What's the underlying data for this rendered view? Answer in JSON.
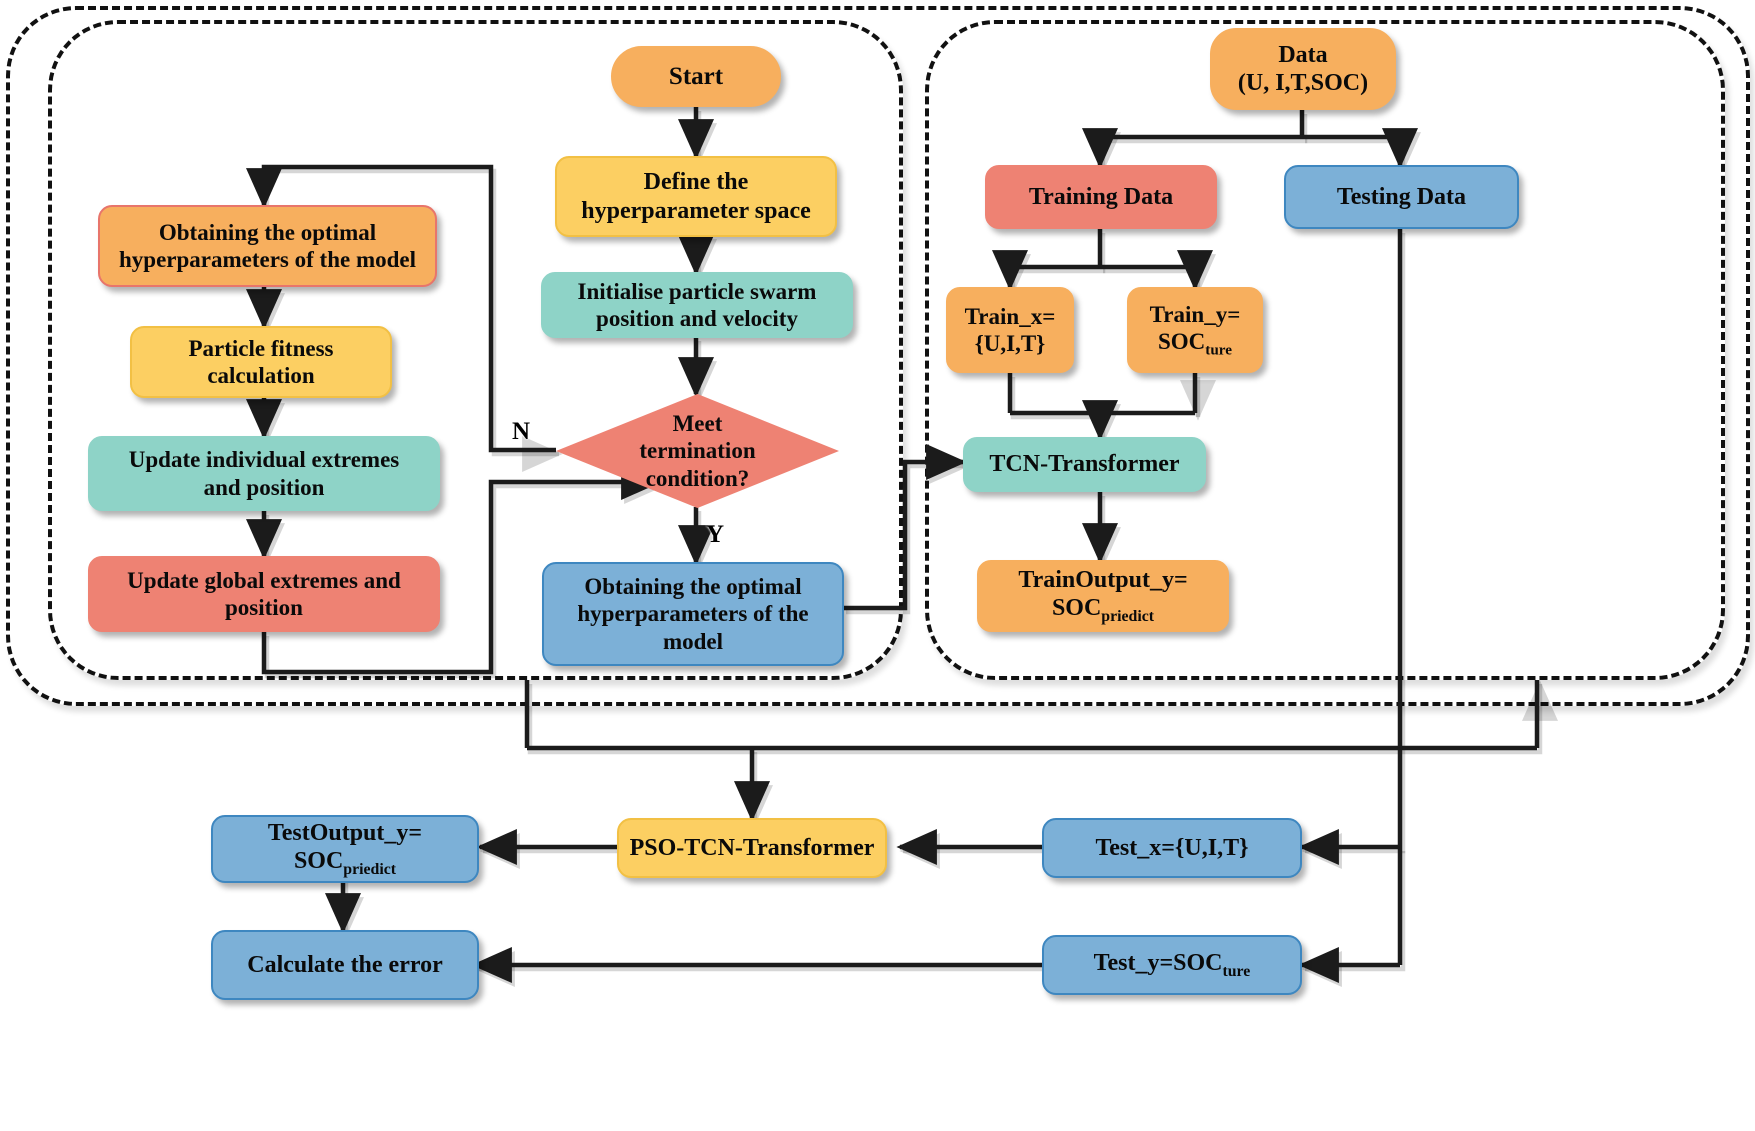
{
  "diagram": {
    "title": "PSO-TCN-Transformer SOC estimation flowchart",
    "containers": [
      {
        "name": "outer-dashed-container"
      },
      {
        "name": "pso-optimisation-panel"
      },
      {
        "name": "model-training-panel"
      }
    ],
    "colors": {
      "orange": "#F7AF5E",
      "yellow": "#FCCF62",
      "teal": "#8ED3C7",
      "red": "#EE8273",
      "blue": "#7CB0D7",
      "blue_border": "#3E87C0",
      "orange_border": "#E8756B",
      "line": "#1b1b1b"
    }
  },
  "nodes": {
    "start": "Start",
    "define_space_l1": "Define the",
    "define_space_l2": "hyperparameter space",
    "init_swarm_l1": "Initialise particle swarm",
    "init_swarm_l2": "position and velocity",
    "decision_l1": "Meet",
    "decision_l2": "termination",
    "decision_l3": "condition?",
    "optimal_left_l1": "Obtaining the optimal",
    "optimal_left_l2": "hyperparameters of the model",
    "fitness_l1": "Particle fitness",
    "fitness_l2": "calculation",
    "update_individual_l1": "Update individual extremes",
    "update_individual_l2": "and position",
    "update_global_l1": "Update global extremes and",
    "update_global_l2": "position",
    "optimal_blue_l1": "Obtaining the optimal",
    "optimal_blue_l2": "hyperparameters of the",
    "optimal_blue_l3": "model",
    "data_l1": "Data",
    "data_l2": "(U, I,T,SOC)",
    "training_data": "Training Data",
    "testing_data": "Testing Data",
    "train_x_l1": "Train_x=",
    "train_x_l2": "{U,I,T}",
    "train_y_l1": "Train_y=",
    "train_y_l2_main": "SOC",
    "train_y_l2_sub": "ture",
    "tcn_transformer": "TCN-Transformer",
    "train_output_l1": "TrainOutput_y=",
    "train_output_l2_main": "SOC",
    "train_output_l2_sub": "priedict",
    "pso_tcn_transformer": "PSO-TCN-Transformer",
    "test_output_l1": "TestOutput_y=",
    "test_output_l2_main": "SOC",
    "test_output_l2_sub": "priedict",
    "calculate_error": "Calculate the error",
    "test_x": "Test_x={U,I,T}",
    "test_y_main": "Test_y=SOC",
    "test_y_sub": "ture"
  },
  "edge_labels": {
    "no": "N",
    "yes": "Y"
  }
}
